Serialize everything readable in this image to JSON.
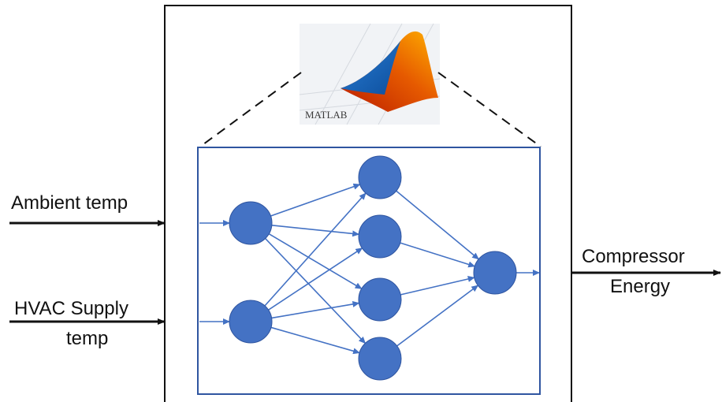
{
  "inputs": [
    {
      "label": "Ambient temp"
    },
    {
      "label_line1": "HVAC Supply",
      "label_line2": "temp"
    }
  ],
  "output": {
    "label_line1": "Compressor",
    "label_line2": "Energy"
  },
  "logo": {
    "text": "MATLAB"
  },
  "network": {
    "layers": [
      2,
      4,
      1
    ],
    "node_color": "#4472c4",
    "edge_color": "#4472c4"
  },
  "colors": {
    "arrow": "#111111",
    "frame": "#111111",
    "network_frame": "#2f55a0"
  }
}
